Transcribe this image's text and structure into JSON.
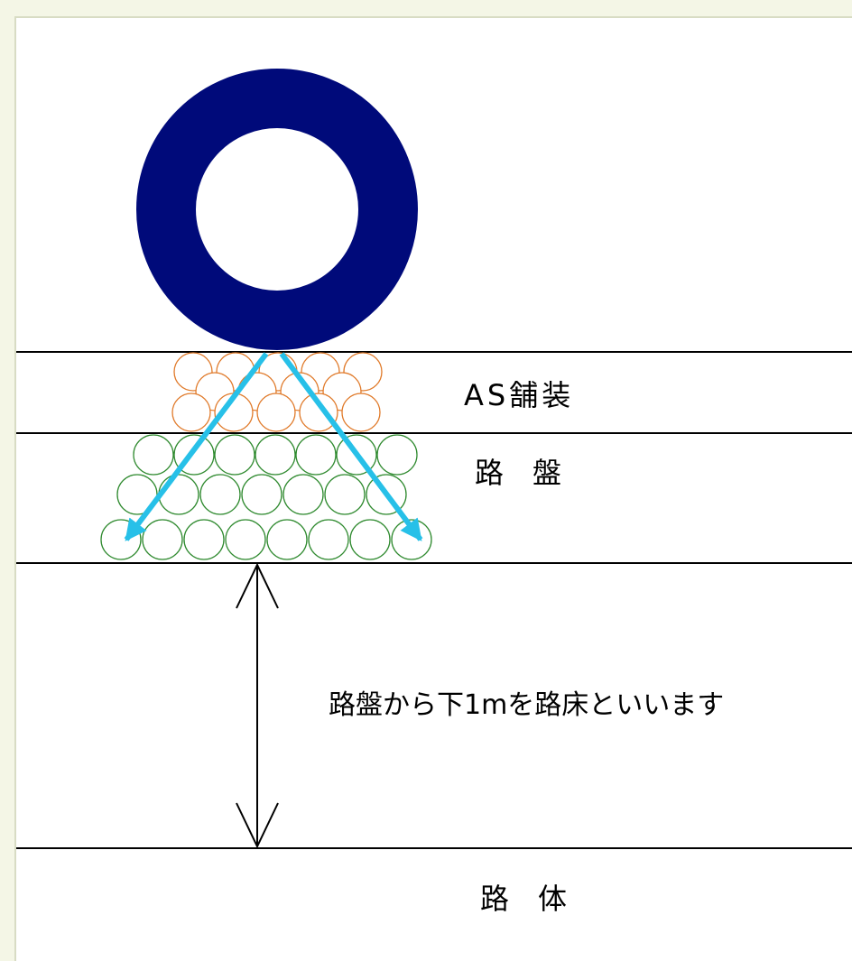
{
  "labels": {
    "as_pavement": "AS舗装",
    "roadbed": "路　盤",
    "subgrade_note": "路盤から下1mを路床といいます",
    "road_body": "路　体"
  },
  "colors": {
    "background": "#f4f6e6",
    "tire": "#000a7a",
    "as_aggregate": "#e07a2a",
    "roadbed_aggregate": "#2f8a2f",
    "load_arrows": "#27c0e8",
    "lines": "#000000"
  },
  "icons": {
    "tire": "tire-icon",
    "load_spread": "load-arrow-icon",
    "depth_dimension": "dimension-arrow-icon"
  }
}
